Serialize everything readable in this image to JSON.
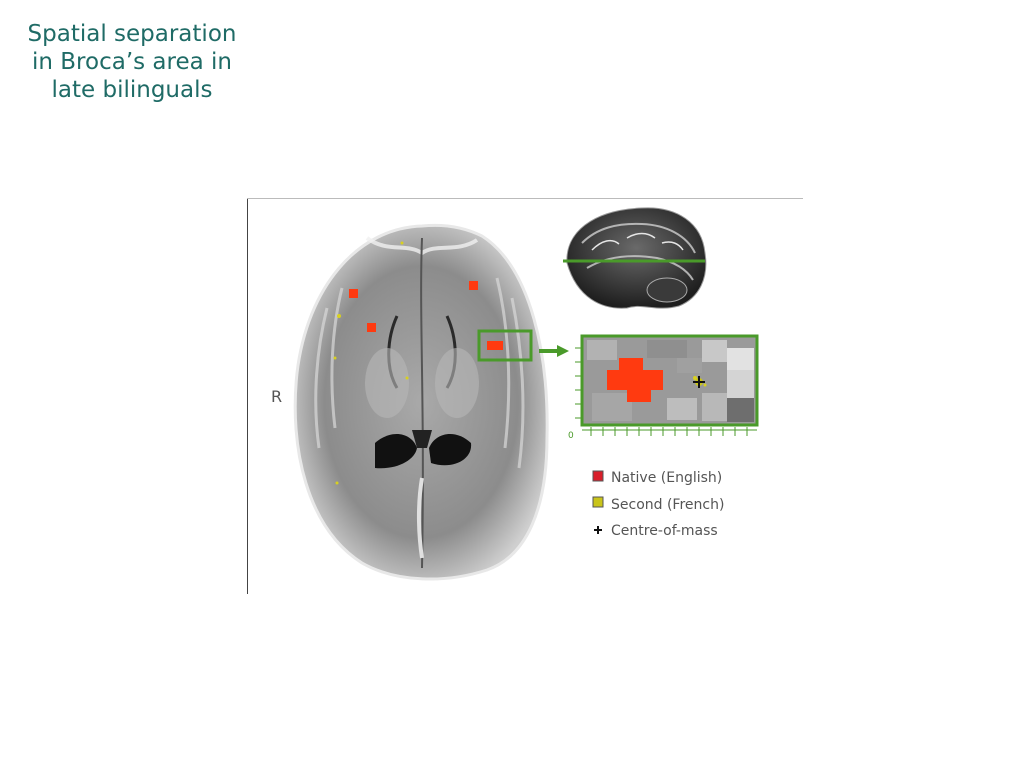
{
  "slide": {
    "title_lines": [
      "Spatial separation",
      "in Broca’s area in",
      "late bilinguals"
    ]
  },
  "figure": {
    "hemisphere_label": "R",
    "inset_axis_origin": "0",
    "legend": [
      {
        "label": "Native (English)",
        "color": "#d81e2a",
        "marker": "square"
      },
      {
        "label": "Second (French)",
        "color": "#c9c41a",
        "marker": "square"
      },
      {
        "label": "Centre-of-mass",
        "color": "#111111",
        "marker": "plus"
      }
    ],
    "colors": {
      "activation": "#ff3a10",
      "highlight_box": "#4a9a2a",
      "title": "#1f6b66"
    }
  }
}
